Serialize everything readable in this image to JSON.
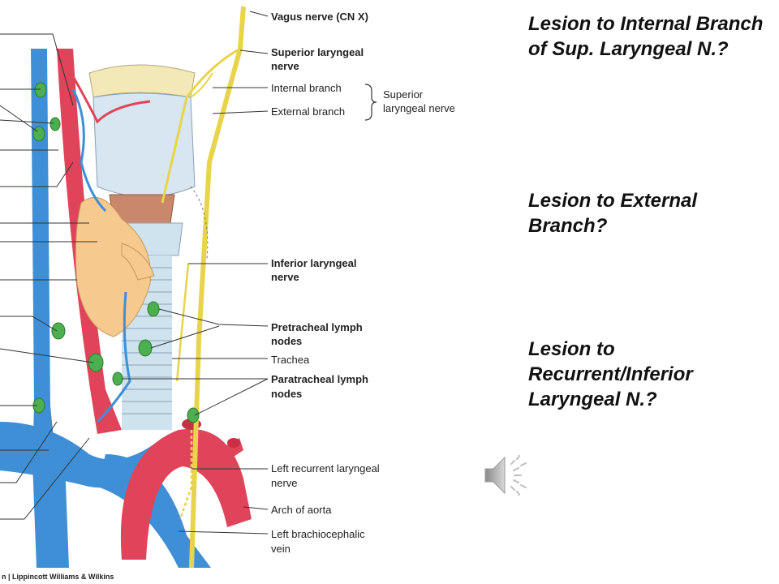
{
  "figure": {
    "labels": {
      "vagus": "Vagus nerve (CN X)",
      "sup_laryngeal_1": "Superior laryngeal",
      "sup_laryngeal_2": "nerve",
      "internal_branch": "Internal branch",
      "external_branch": "External branch",
      "brace_1": "Superior",
      "brace_2": "laryngeal nerve",
      "inf_laryngeal_1": "Inferior laryngeal",
      "inf_laryngeal_2": "nerve",
      "pretracheal_1": "Pretracheal lymph",
      "pretracheal_2": "nodes",
      "trachea": "Trachea",
      "paratracheal_1": "Paratracheal lymph",
      "paratracheal_2": "nodes",
      "left_recurrent_1": "Left recurrent laryngeal",
      "left_recurrent_2": "nerve",
      "arch_aorta": "Arch of aorta",
      "left_brachio_1": "Left brachiocephalic",
      "left_brachio_2": "vein"
    },
    "credit": "n | Lippincott Williams & Wilkins"
  },
  "questions": [
    "Lesion to Internal Branch of Sup. Laryngeal N.?",
    "Lesion to External Branch?",
    "Lesion to Recurrent/Inferior Laryngeal N.?"
  ],
  "audio_icon": "speaker-icon",
  "colors": {
    "artery": "#e0445a",
    "vein": "#3f8fd6",
    "nerve": "#e8d44a",
    "lymph_node": "#4caf50",
    "thyroid": "#f6c98e",
    "cartilage": "#cfe3ef"
  }
}
